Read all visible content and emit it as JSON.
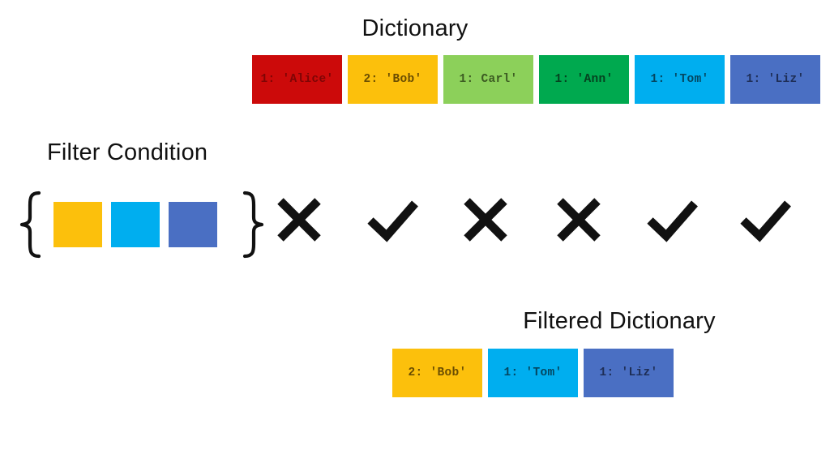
{
  "titles": {
    "dictionary": "Dictionary",
    "filter_condition": "Filter Condition",
    "filtered_dictionary": "Filtered Dictionary"
  },
  "colors": {
    "red": "#CC0A0A",
    "yellow": "#FCC00C",
    "light_green": "#8CD05A",
    "green": "#00A94F",
    "cyan": "#00AEEF",
    "blue": "#4A6FC3",
    "mark": "#111111",
    "background": "#FFFFFF"
  },
  "dictionary": {
    "items": [
      {
        "label": "1: 'Alice'",
        "key": "1",
        "value": "Alice",
        "color": "#CC0A0A",
        "text_color": "#7E0505"
      },
      {
        "label": "2: 'Bob'",
        "key": "2",
        "value": "Bob",
        "color": "#FCC00C",
        "text_color": "#6B4E02"
      },
      {
        "label": "1: Carl'",
        "key": "1",
        "value": "Carl",
        "color": "#8CD05A",
        "text_color": "#3C5B22"
      },
      {
        "label": "1: 'Ann'",
        "key": "1",
        "value": "Ann",
        "color": "#00A94F",
        "text_color": "#05411F"
      },
      {
        "label": "1: 'Tom'",
        "key": "1",
        "value": "Tom",
        "color": "#00AEEF",
        "text_color": "#044660"
      },
      {
        "label": "1: 'Liz'",
        "key": "1",
        "value": "Liz",
        "color": "#4A6FC3",
        "text_color": "#1E2E56"
      }
    ]
  },
  "filter_condition": {
    "open_brace": "{",
    "close_brace": "}",
    "swatches": [
      {
        "name": "yellow-swatch",
        "color": "#FCC00C"
      },
      {
        "name": "cyan-swatch",
        "color": "#00AEEF"
      },
      {
        "name": "blue-swatch",
        "color": "#4A6FC3"
      }
    ]
  },
  "verdicts": [
    {
      "icon": "cross-icon",
      "result": "reject",
      "symbol": "✘"
    },
    {
      "icon": "check-icon",
      "result": "accept",
      "symbol": "✔"
    },
    {
      "icon": "cross-icon",
      "result": "reject",
      "symbol": "✘"
    },
    {
      "icon": "cross-icon",
      "result": "reject",
      "symbol": "✘"
    },
    {
      "icon": "check-icon",
      "result": "accept",
      "symbol": "✔"
    },
    {
      "icon": "check-icon",
      "result": "accept",
      "symbol": "✔"
    }
  ],
  "filtered_dictionary": {
    "items": [
      {
        "label": "2: 'Bob'",
        "key": "2",
        "value": "Bob",
        "color": "#FCC00C",
        "text_color": "#6B4E02"
      },
      {
        "label": "1: 'Tom'",
        "key": "1",
        "value": "Tom",
        "color": "#00AEEF",
        "text_color": "#044660"
      },
      {
        "label": "1: 'Liz'",
        "key": "1",
        "value": "Liz",
        "color": "#4A6FC3",
        "text_color": "#1E2E56"
      }
    ]
  }
}
